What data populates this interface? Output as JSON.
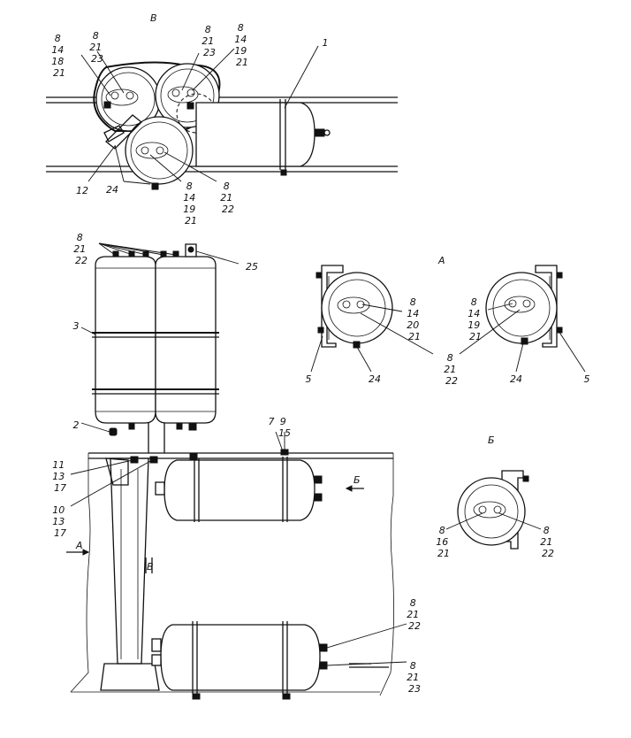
{
  "views": {
    "view_v_top": "В",
    "view_a": "А",
    "view_b": "Б",
    "arrow_b": "Б",
    "arrow_a": "А",
    "arrow_v": "В"
  },
  "labels": {
    "l1": "1",
    "l2": "2",
    "l3": "3",
    "l5a": "5",
    "l5b": "5",
    "l7": "7",
    "l12": "12",
    "l24a": "24",
    "l24b": "24",
    "l24c": "24",
    "l25": "25",
    "g_8_14_18_21": [
      "8",
      "14",
      "18",
      "21"
    ],
    "g_8_21_23_a": [
      "8",
      "21",
      "23"
    ],
    "g_8_21_23_b": [
      "8",
      "21",
      "23"
    ],
    "g_8_14_19_21_top": [
      "8",
      "14",
      "19",
      "21"
    ],
    "g_8_14_19_21_mid": [
      "8",
      "14",
      "19",
      "21"
    ],
    "g_8_21_22_top": [
      "8",
      "21",
      "22"
    ],
    "g_8_21_22_bank": [
      "8",
      "21",
      "22"
    ],
    "g_8_14_20_21": [
      "8",
      "14",
      "20",
      "21"
    ],
    "g_8_21_22_a": [
      "8",
      "21",
      "22"
    ],
    "g_8_14_19_21_a": [
      "8",
      "14",
      "19",
      "21"
    ],
    "g_9_15": [
      "9",
      "15"
    ],
    "g_11_13_17": [
      "11",
      "13",
      "17"
    ],
    "g_10_13_17": [
      "10",
      "13",
      "17"
    ],
    "g_8_16_21": [
      "8",
      "16",
      "21"
    ],
    "g_8_21_22_b": [
      "8",
      "21",
      "22"
    ],
    "g_8_21_22_low": [
      "8",
      "21",
      "22"
    ],
    "g_8_21_23_low": [
      "8",
      "21",
      "23"
    ]
  }
}
